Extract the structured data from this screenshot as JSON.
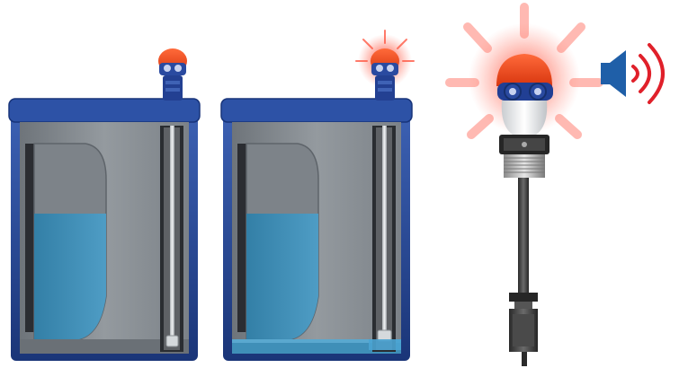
{
  "scene": {
    "panels": [
      {
        "id": "tank-normal",
        "state": "normal",
        "alarm_glow": false,
        "sump_water": false
      },
      {
        "id": "tank-alarm",
        "state": "alarm",
        "alarm_glow": true,
        "sump_water": true
      }
    ],
    "sensor_closeup": {
      "alarm_glow": true,
      "sound_icon": "speaker-sound-icon"
    }
  },
  "colors": {
    "tank_frame": "#1f3f86",
    "tank_frame_dark": "#142c63",
    "tank_body": "#8a9096",
    "tank_inner": "#7b8187",
    "water": "#3f8fb8",
    "water_light": "#5aa8cf",
    "sensor_cap": "#f04a1a",
    "sensor_neck": "#2a4aa0",
    "alarm_glow": "#ff4a3a",
    "speaker_blue": "#1f5fa8",
    "sound_wave": "#e0202a",
    "probe_rod": "#d9dde0",
    "stem_dark": "#3a3a3a",
    "thread_gray": "#b8b8b8"
  }
}
